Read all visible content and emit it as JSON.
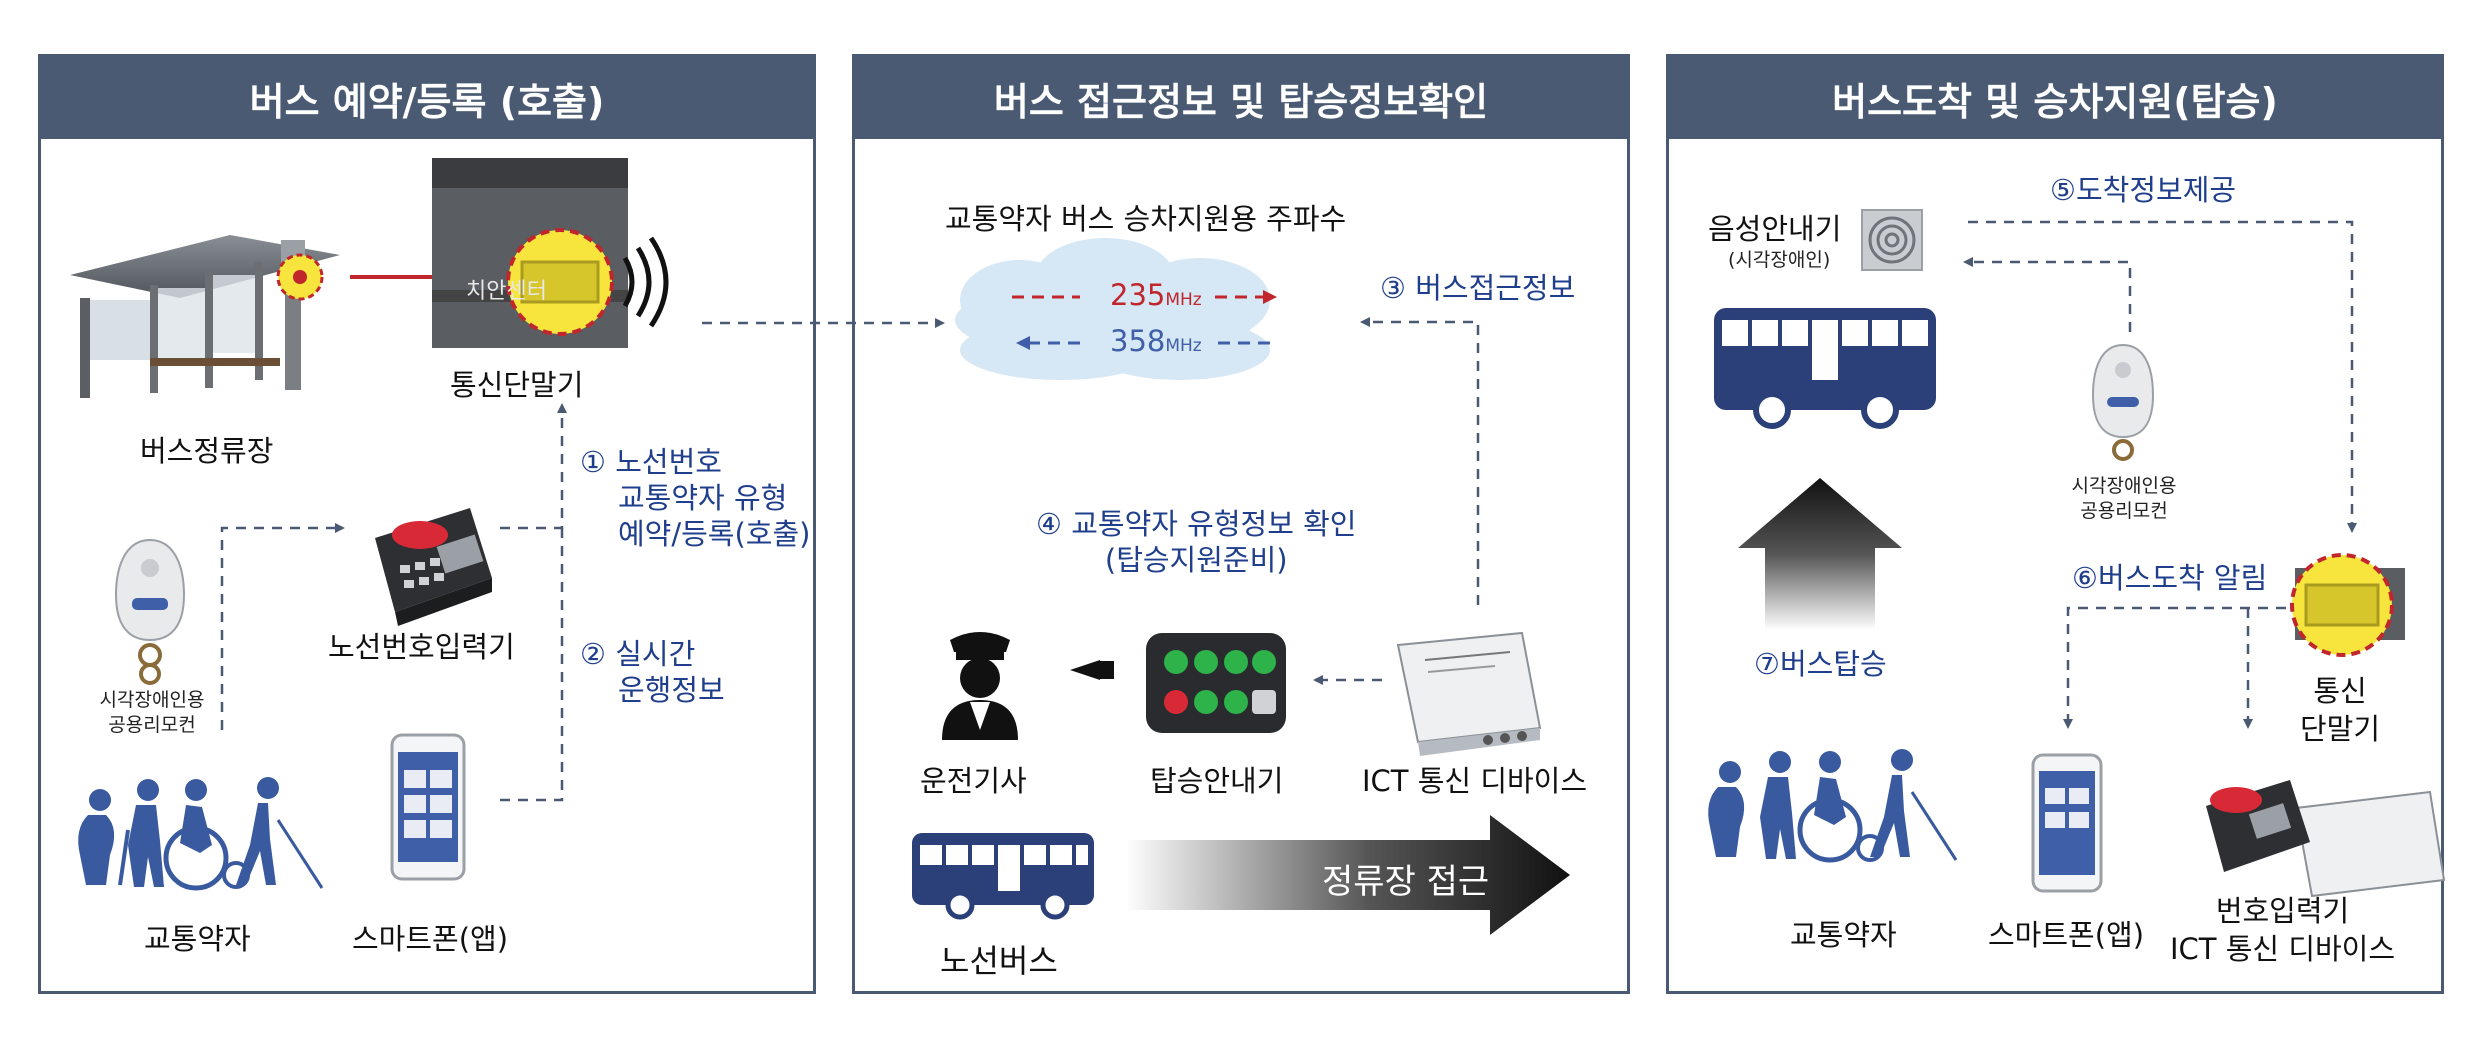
{
  "panels": [
    {
      "title": "버스 예약/등록 (호출)"
    },
    {
      "title": "버스 접근정보 및 탑승정보확인"
    },
    {
      "title": "버스도착 및 승차지원(탑승)"
    }
  ],
  "p1": {
    "bus_stop": "버스정류장",
    "comm_terminal": "통신단말기",
    "terminal_sign": "치안센터",
    "remote_line1": "시각장애인용",
    "remote_line2": "공용리모컨",
    "route_input": "노선번호입력기",
    "users": "교통약자",
    "smartphone": "스마트폰(앱)",
    "step1_line1": "① 노선번호",
    "step1_line2": "교통약자 유형",
    "step1_line3": "예약/등록(호출)",
    "step2_line1": "② 실시간",
    "step2_line2": "운행정보"
  },
  "p2": {
    "freq_title": "교통약자 버스 승차지원용 주파수",
    "freq1": "235",
    "freq2": "358",
    "freq_unit": "MHz",
    "step3": "③ 버스접근정보",
    "step4_line1": "④ 교통약자 유형정보 확인",
    "step4_line2": "(탑승지원준비)",
    "driver": "운전기사",
    "boarding_guide": "탑승안내기",
    "ict_device": "ICT 통신 디바이스",
    "route_bus": "노선버스",
    "approach": "정류장 접근"
  },
  "p3": {
    "voice_guide": "음성안내기",
    "voice_sub": "(시각장애인)",
    "step5": "⑤도착정보제공",
    "remote_line1": "시각장애인용",
    "remote_line2": "공용리모컨",
    "step6": "⑥버스도착 알림",
    "step7": "⑦버스탑승",
    "comm_line1": "통신",
    "comm_line2": "단말기",
    "users": "교통약자",
    "smartphone": "스마트폰(앱)",
    "input_line1": "번호입력기",
    "input_line2": "ICT 통신 디바이스"
  },
  "colors": {
    "panel_border": "#4a5a72",
    "step_text": "#1f3f8c",
    "bus_blue": "#2b3f78",
    "freq_red": "#c0262c",
    "freq_blue": "#3f5fa8",
    "cloud": "#d6e7f5",
    "highlight_yellow": "#f7e43c"
  }
}
